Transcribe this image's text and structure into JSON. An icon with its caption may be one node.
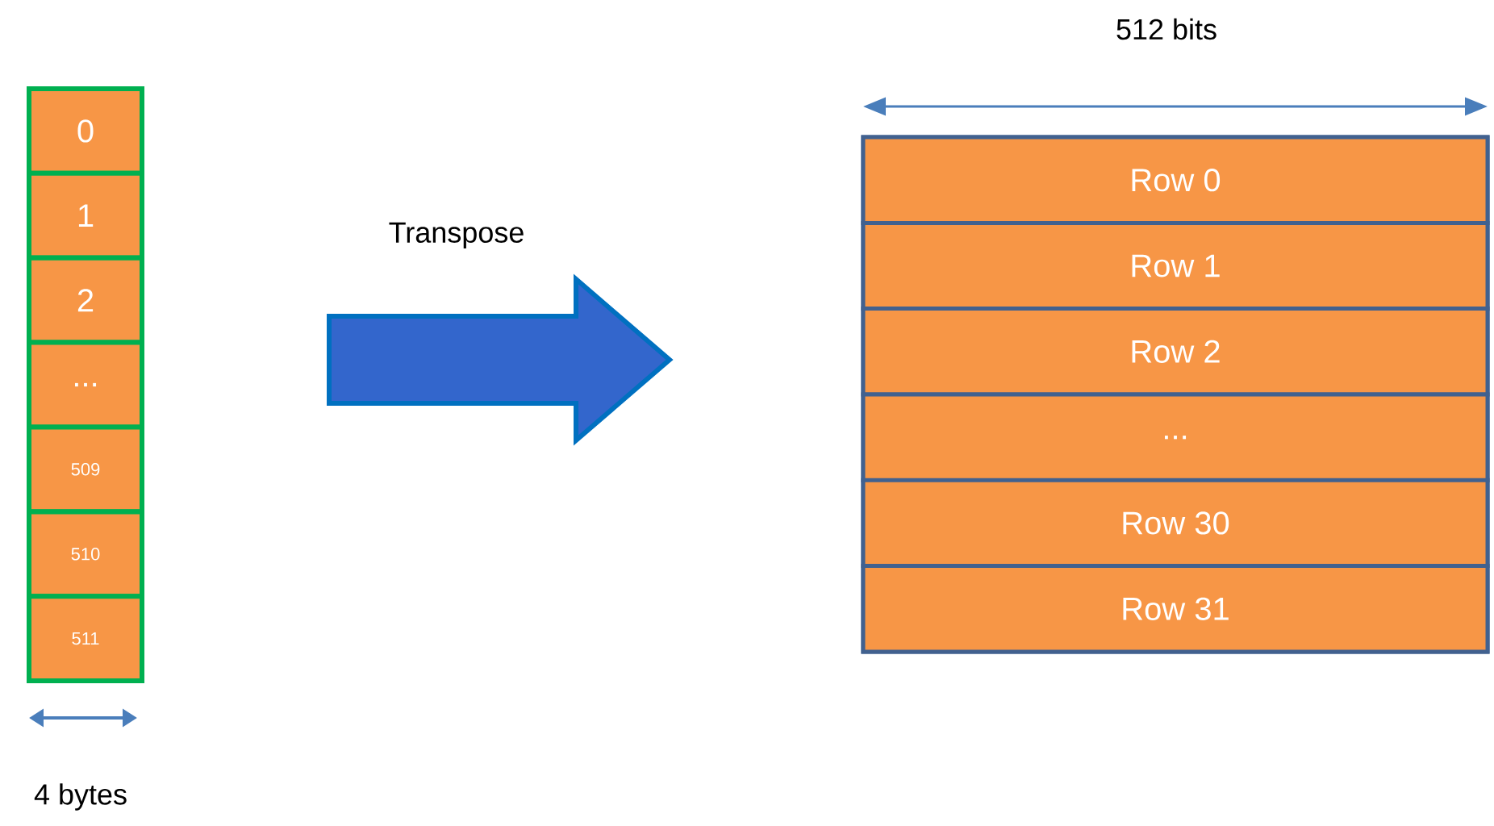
{
  "diagram": {
    "nodes": [
      {
        "text": [],
        "shape": "box"
      },
      {
        "text": [
          "0"
        ],
        "in": 0
      },
      {
        "text": [
          "1"
        ],
        "in": 0
      },
      {
        "text": [
          "2"
        ],
        "in": 0
      },
      {
        "text": [
          "..."
        ],
        "in": 0
      },
      {
        "text": [
          "509"
        ],
        "in": 0
      },
      {
        "text": [
          "510"
        ],
        "in": 0
      },
      {
        "text": [
          "511"
        ],
        "in": 0
      },
      {
        "text": [],
        "shape": "box"
      },
      {
        "text": [
          "Row 0"
        ],
        "in": 8
      },
      {
        "text": [
          "Row 1"
        ],
        "in": 8
      },
      {
        "text": [
          "Row 2"
        ],
        "in": 8
      },
      {
        "text": [
          "..."
        ],
        "in": 8
      },
      {
        "text": [
          "Row 30"
        ],
        "in": 8
      },
      {
        "text": [
          "Row 31"
        ],
        "in": 8
      }
    ],
    "edges": [
      {
        "from": 0,
        "to": 8,
        "arrow": "to",
        "label": "Transpose",
        "style": "thick"
      }
    ],
    "labels": [
      "512 bits",
      "4 bytes"
    ]
  }
}
